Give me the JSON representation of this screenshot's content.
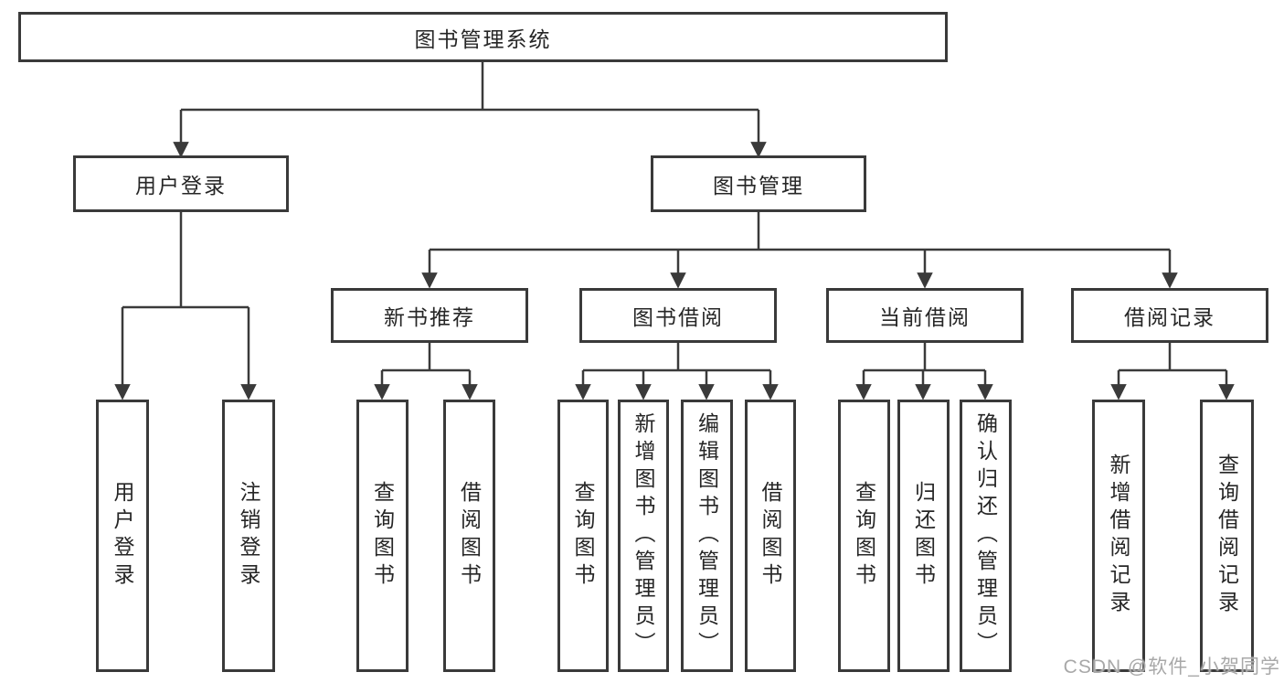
{
  "diagram": {
    "type": "hierarchy-tree",
    "colors": {
      "line": "#3a3a3a",
      "box_border": "#3a3a3a",
      "box_fill": "#ffffff",
      "text": "#262626",
      "watermark": "#a8a8a8",
      "background": "#ffffff"
    }
  },
  "nodes": {
    "root": {
      "label": "图书管理系统"
    },
    "user_login": {
      "label": "用户登录"
    },
    "book_management": {
      "label": "图书管理"
    },
    "new_book_recommend": {
      "label": "新书推荐"
    },
    "book_borrow": {
      "label": "图书借阅"
    },
    "current_borrow": {
      "label": "当前借阅"
    },
    "borrow_record": {
      "label": "借阅记录"
    },
    "leaf_user_login": {
      "label": "用户登录"
    },
    "leaf_logout": {
      "label": "注销登录"
    },
    "leaf_nb_query_books": {
      "label": "查询图书"
    },
    "leaf_nb_borrow_books": {
      "label": "借阅图书"
    },
    "leaf_bb_query_books": {
      "label": "查询图书"
    },
    "leaf_bb_add_books": {
      "label": "新增图书（管理员）"
    },
    "leaf_bb_edit_books": {
      "label": "编辑图书（管理员）"
    },
    "leaf_bb_borrow_books": {
      "label": "借阅图书"
    },
    "leaf_cb_query_books": {
      "label": "查询图书"
    },
    "leaf_cb_return_books": {
      "label": "归还图书"
    },
    "leaf_cb_confirm_return": {
      "label": "确认归还（管理员）"
    },
    "leaf_br_add_record": {
      "label": "新增借阅记录"
    },
    "leaf_br_query_record": {
      "label": "查询借阅记录"
    }
  },
  "watermark": {
    "text": "CSDN @软件_小贺同学"
  }
}
